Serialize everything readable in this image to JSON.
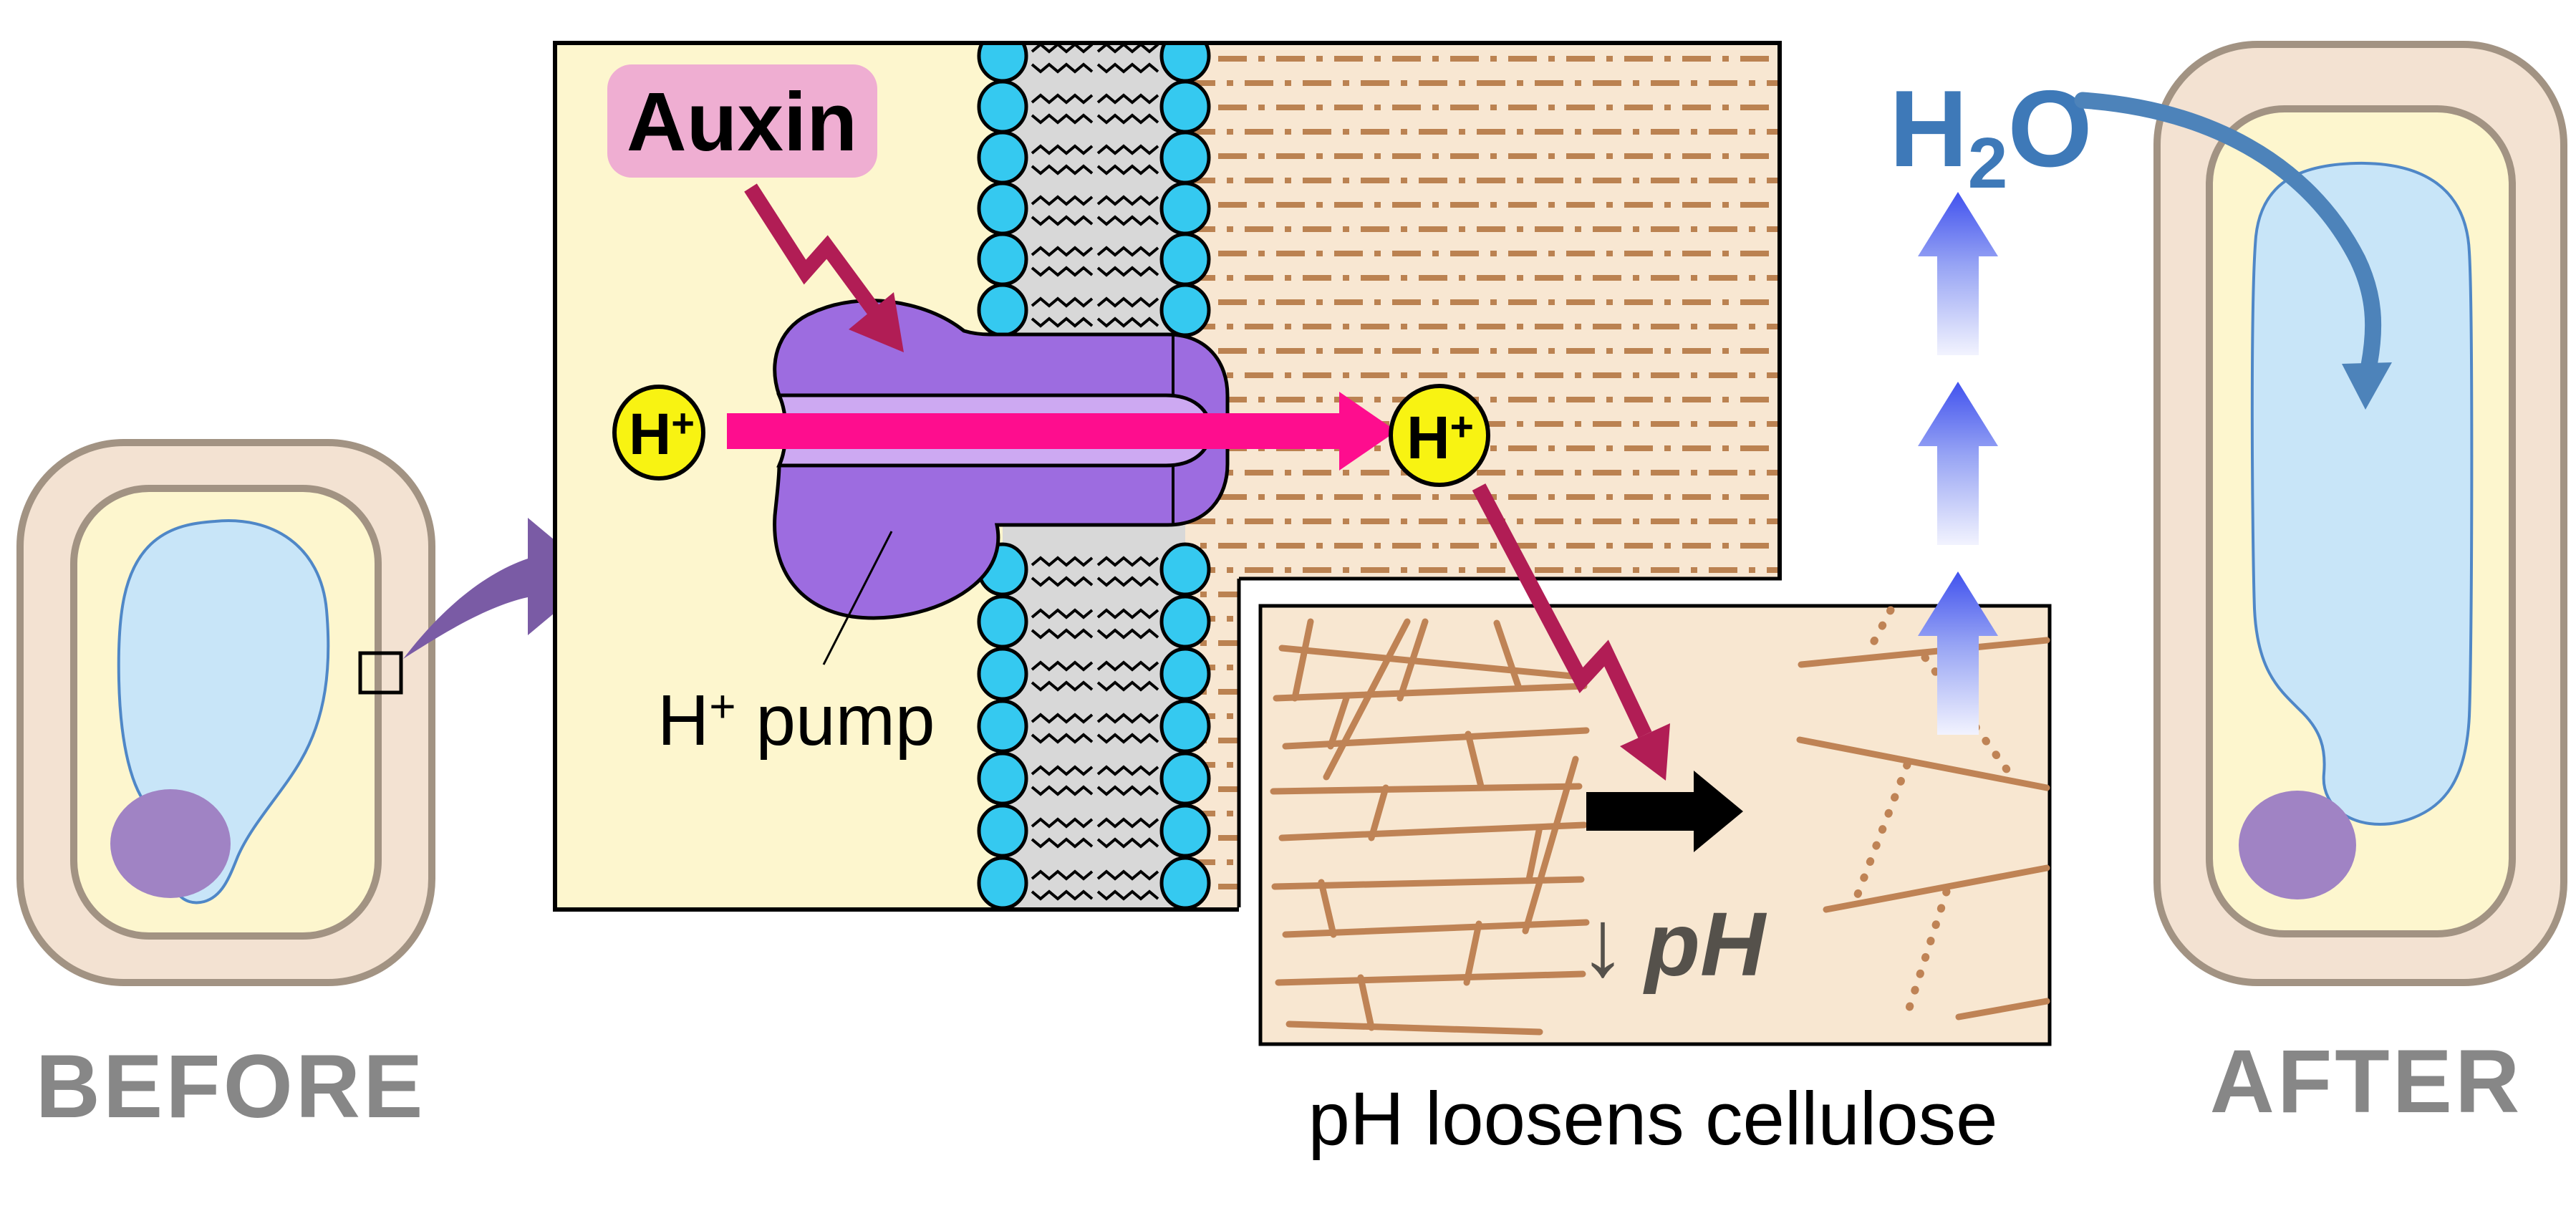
{
  "labels": {
    "auxin": "Auxin",
    "proton": {
      "base": "H",
      "sup": "+"
    },
    "pump_label": {
      "base": "H",
      "sup": "+",
      "rest": " pump"
    },
    "ph_drop": {
      "arrow": "↓",
      "text": "pH"
    },
    "caption": "pH loosens cellulose",
    "water": {
      "h": "H",
      "sub": "2",
      "o": "O"
    },
    "before": "BEFORE",
    "after": "AFTER"
  },
  "colors": {
    "background": "#ffffff",
    "cytoplasm": "#fdf6ce",
    "wall_fill": "#f3e2d2",
    "wall_stroke": "#a29383",
    "vacuole_fill": "#c8e5f8",
    "vacuole_stroke": "#4f87c7",
    "nucleus": "#a083c4",
    "membrane_gray": "#d8d8d8",
    "lipid_head_cyan": "#35c9f0",
    "pump_body": "#9d6ce0",
    "pump_channel": "#cda9f2",
    "proton_yellow": "#f8f312",
    "proton_arrow_pink": "#fe0d8e",
    "auxin_box_pink": "#efaed2",
    "bolt_crimson": "#b11d55",
    "zoom_arrow_purple": "#7a5ba5",
    "hatch_bg": "#f8e7d2",
    "fiber_brown": "#bf8355",
    "inset_bg": "#f8e7d1",
    "label_gray": "#878787",
    "ph_gray": "#55514b",
    "water_blue": "#3e79b8",
    "swoosh_blue": "#4d83ba",
    "turgor_arrow_top": "#4152ee",
    "turgor_arrow_bottom": "#f2f3fe",
    "panel_border": "#000000"
  }
}
